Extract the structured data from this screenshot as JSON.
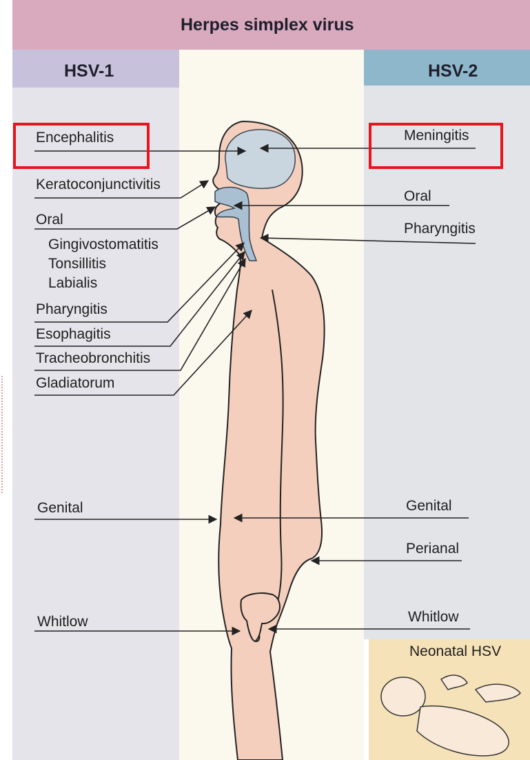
{
  "title": "Herpes simplex virus",
  "left_header": "HSV-1",
  "right_header": "HSV-2",
  "hsv1": {
    "encephalitis": "Encephalitis",
    "keratoconjunctivitis": "Keratoconjunctivitis",
    "oral": "Oral",
    "gingivostomatitis": "Gingivostomatitis",
    "tonsillitis": "Tonsillitis",
    "labialis": "Labialis",
    "pharyngitis": "Pharyngitis",
    "esophagitis": "Esophagitis",
    "tracheobronchitis": "Tracheobronchitis",
    "gladiatorum": "Gladiatorum",
    "genital": "Genital",
    "whitlow": "Whitlow"
  },
  "hsv2": {
    "meningitis": "Meningitis",
    "oral": "Oral",
    "pharyngitis": "Pharyngitis",
    "genital": "Genital",
    "perianal": "Perianal",
    "whitlow": "Whitlow",
    "neonatal": "Neonatal HSV"
  },
  "colors": {
    "title_band": "#d9a9be",
    "hsv1_header": "#c7c1dc",
    "hsv2_header": "#8fb7cc",
    "panel_gray": "#e6e6ec",
    "center": "#fbf8ee",
    "skin": "#f5cfbd",
    "brain": "#c9d6df",
    "neonatal_bg": "#f6e2b8",
    "highlight": "#e8141e"
  }
}
